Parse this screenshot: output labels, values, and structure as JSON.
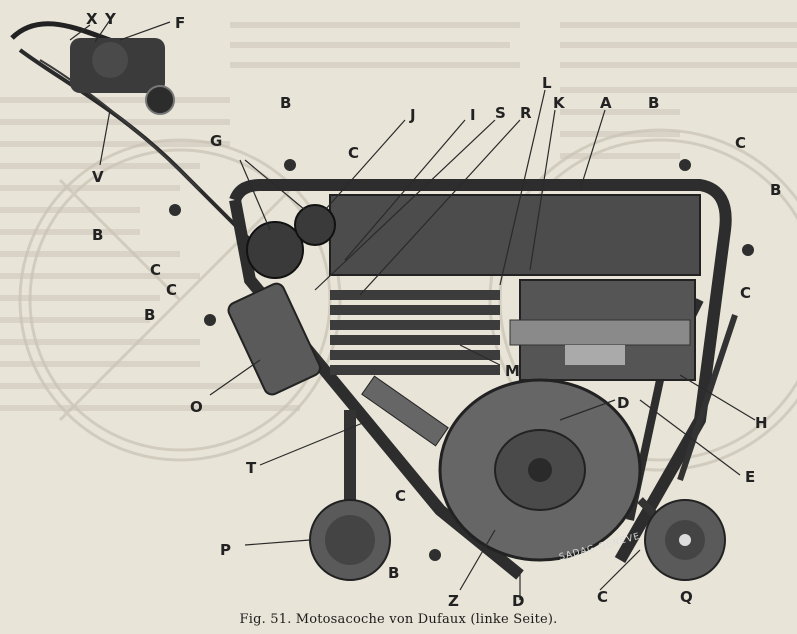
{
  "figure": {
    "caption_number": "Fig. 51.",
    "caption_text": "Motosacoche von Dufaux (linke Seite).",
    "maker_mark": "SADAG GENEVE"
  },
  "labels": {
    "X": "X",
    "Y": "Y",
    "F": "F",
    "V": "V",
    "G": "G",
    "B": "B",
    "C": "C",
    "J": "J",
    "I": "I",
    "S": "S",
    "R": "R",
    "L": "L",
    "K": "K",
    "A": "A",
    "O": "O",
    "T": "T",
    "M": "M",
    "D": "D",
    "H": "H",
    "E": "E",
    "P": "P",
    "Z": "Z",
    "Q": "Q"
  }
}
